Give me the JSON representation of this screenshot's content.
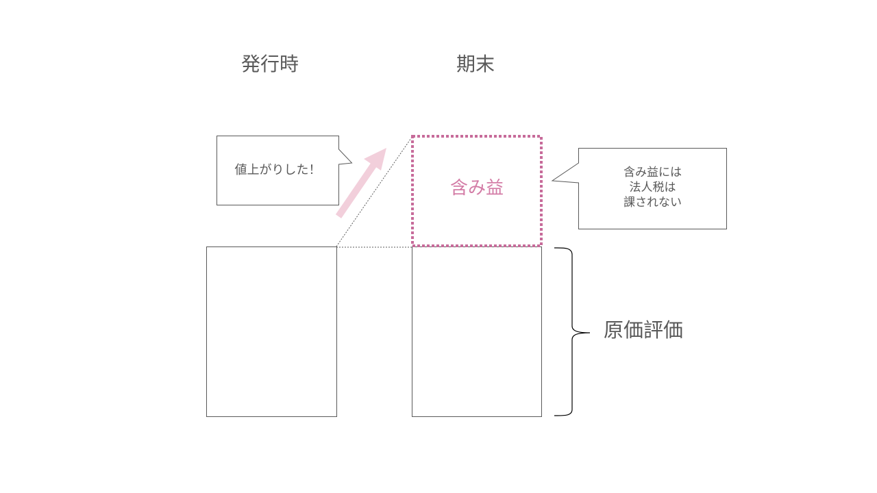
{
  "headings": {
    "issue_time": "発行時",
    "period_end": "期末"
  },
  "unrealized_gain": {
    "label": "含み益",
    "color": "#d37ca6"
  },
  "callout_left": {
    "text": "値上がりした！"
  },
  "callout_right": {
    "lines": [
      "含み益には",
      "法人税は",
      "課されない"
    ]
  },
  "cost_label": "原価評価",
  "colors": {
    "text": "#595959",
    "arrow": "#f2cfdb",
    "box_border": "#595959"
  }
}
